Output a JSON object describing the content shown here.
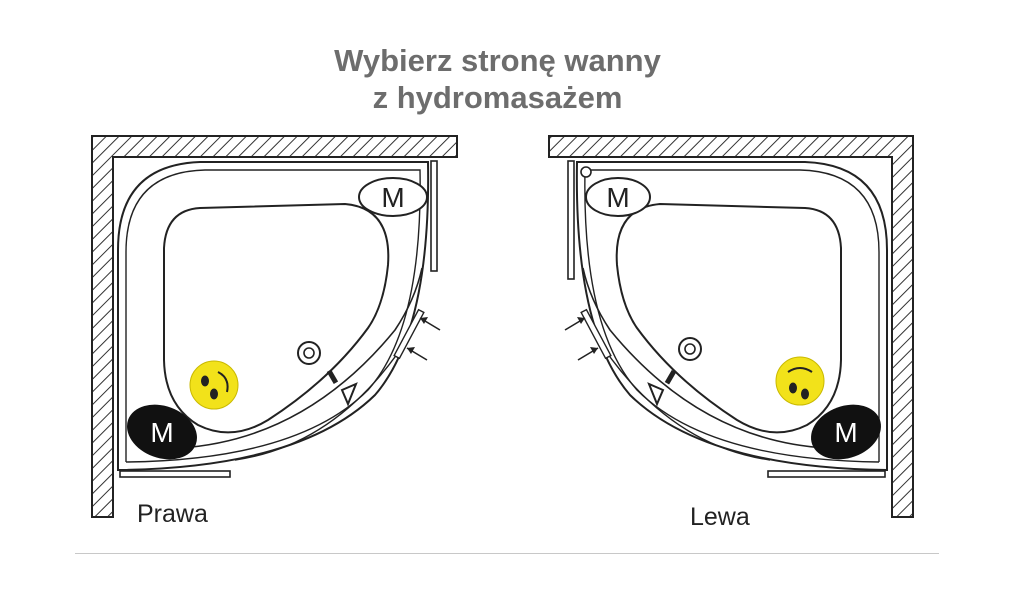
{
  "title": {
    "line1": "Wybierz stronę wanny",
    "line2": "z hydromasażem"
  },
  "variants": [
    {
      "label": "Prawa"
    },
    {
      "label": "Lewa"
    }
  ],
  "headrest_letter": "M",
  "colors": {
    "title": "#6d6d6d",
    "outline": "#222222",
    "headrest_dark": "#111111",
    "smiley": "#f2e21a"
  }
}
